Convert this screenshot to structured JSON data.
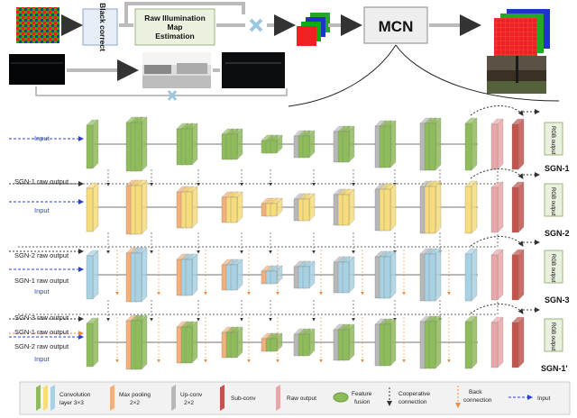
{
  "top": {
    "black_correct": "Black correct",
    "raw_illum_line1": "Raw Illumination",
    "raw_illum_line2": "Map",
    "raw_illum_line3": "Estimation",
    "mcn": "MCN"
  },
  "rows": [
    {
      "stage": "SGN-1",
      "inputs": [
        "Input"
      ]
    },
    {
      "stage": "SGN-2",
      "inputs": [
        "SGN-1 raw output",
        "Input"
      ]
    },
    {
      "stage": "SGN-3",
      "inputs": [
        "SGN-2 raw output",
        "SGN-1 raw output",
        "Input"
      ]
    },
    {
      "stage": "SGN-1'",
      "inputs": [
        "SGN-3 raw output",
        "SGN-1 raw output",
        "SGN-2 raw output",
        "Input"
      ]
    }
  ],
  "rgb_output": "RGB output",
  "legend": {
    "conv1": "Convolution",
    "conv2": "layer 3×3",
    "maxpool1": "Max pooling",
    "maxpool2": "2×2",
    "upconv1": "Up-conv",
    "upconv2": "2×2",
    "subconv": "Sub-conv",
    "rawout": "Raw output",
    "ff1": "Feature",
    "ff2": "fusion",
    "coop1": "Cooperative",
    "coop2": "connection",
    "back1": "Back",
    "back2": "connection",
    "input": "Input"
  },
  "colors": {
    "green": "#8fbc5a",
    "yellow": "#f6dc7c",
    "blue": "#a8d2e3",
    "orange": "#f5b07a",
    "gray": "#b8b8b8",
    "pink": "#eaa7a9",
    "red": "#c1544c",
    "input_line": "#2b3fd6",
    "back_line": "#f08a3c"
  }
}
